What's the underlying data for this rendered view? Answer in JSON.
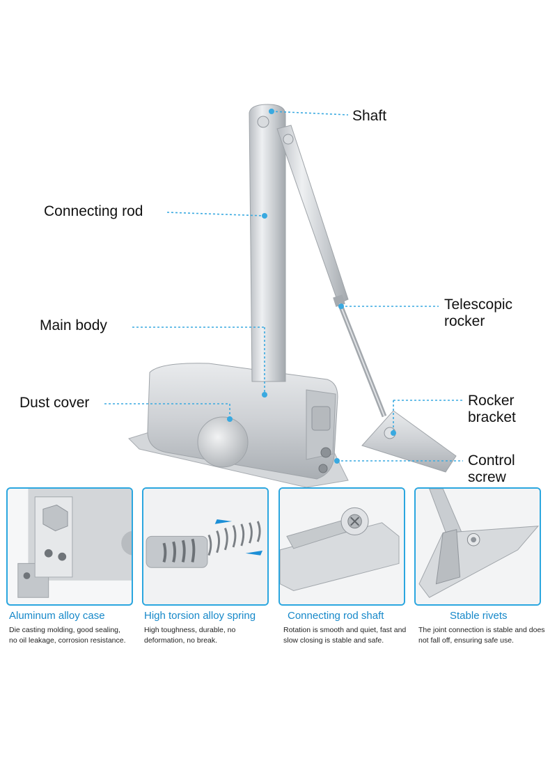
{
  "diagram": {
    "labels": {
      "shaft": "Shaft",
      "connecting_rod": "Connecting rod",
      "main_body": "Main body",
      "dust_cover": "Dust cover",
      "telescopic_rocker_line1": "Telescopic",
      "telescopic_rocker_line2": "rocker",
      "rocker_bracket_line1": "Rocker",
      "rocker_bracket_line2": "bracket",
      "control_screw_line1": "Control",
      "control_screw_line2": "screw"
    },
    "colors": {
      "leader": "#39a9e0",
      "metal": "#c9ccd0",
      "metal_dark": "#9ea3a8"
    }
  },
  "features": [
    {
      "title": "Aluminum alloy case",
      "desc_line1": "Die casting molding, good sealing,",
      "desc_line2": "no oil leakage, corrosion resistance."
    },
    {
      "title": "High torsion alloy spring",
      "desc_line1": "High toughness, durable, no",
      "desc_line2": "deformation, no break."
    },
    {
      "title": "Connecting rod shaft",
      "desc_line1": "Rotation is smooth and quiet, fast and",
      "desc_line2": "slow closing is stable and safe."
    },
    {
      "title": "Stable rivets",
      "desc_line1": "The joint connection is stable and does",
      "desc_line2": "not fall off, ensuring safe use."
    }
  ]
}
